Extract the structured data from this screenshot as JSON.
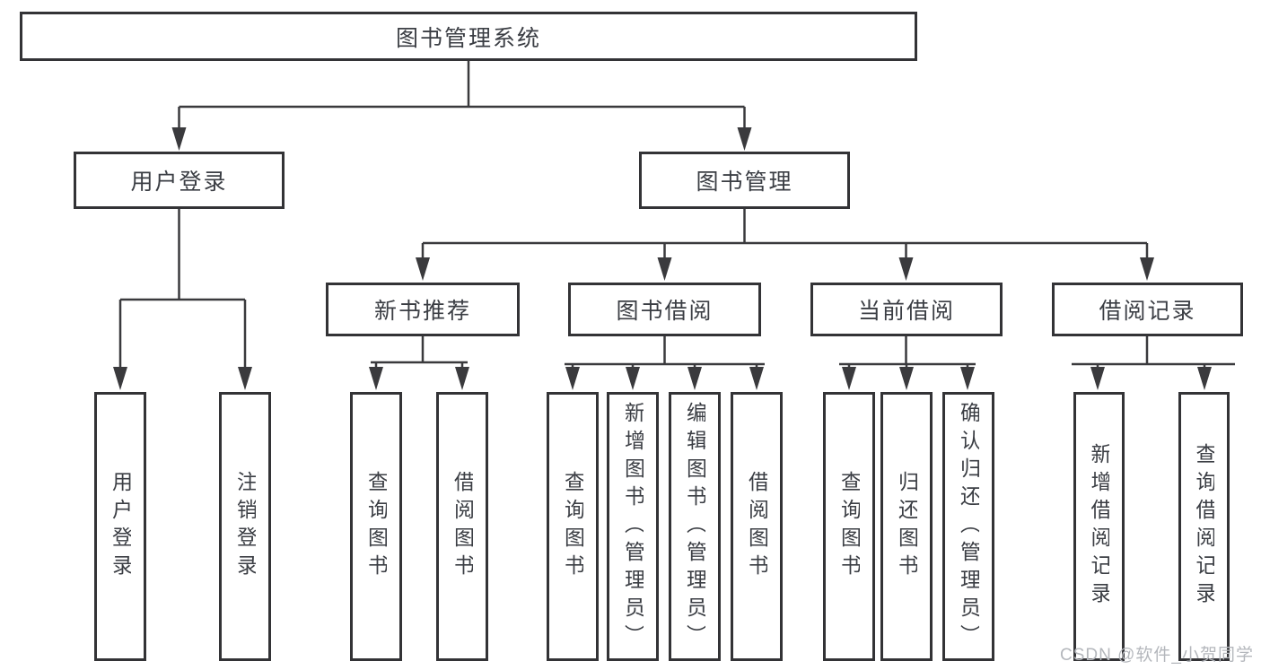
{
  "page": {
    "watermark": "CSDN @软件_小贺同学"
  },
  "colors": {
    "line": "#3a3a3d",
    "box_border": "#333336",
    "text": "#3b3e44",
    "watermark": "#b4b7bc",
    "background": "#ffffff"
  },
  "diagram": {
    "type": "function-tree",
    "root": {
      "label": "图书管理系统"
    },
    "level2": [
      {
        "label": "用户登录",
        "leaves": [
          "用户登录",
          "注销登录"
        ]
      },
      {
        "label": "图书管理",
        "children": [
          {
            "label": "新书推荐",
            "leaves": [
              "查询图书",
              "借阅图书"
            ]
          },
          {
            "label": "图书借阅",
            "leaves": [
              "查询图书",
              "新增图书（管理员）",
              "编辑图书（管理员）",
              "借阅图书"
            ]
          },
          {
            "label": "当前借阅",
            "leaves": [
              "查询图书",
              "归还图书",
              "确认归还（管理员）"
            ]
          },
          {
            "label": "借阅记录",
            "leaves": [
              "新增借阅记录",
              "查询借阅记录"
            ]
          }
        ]
      }
    ]
  }
}
